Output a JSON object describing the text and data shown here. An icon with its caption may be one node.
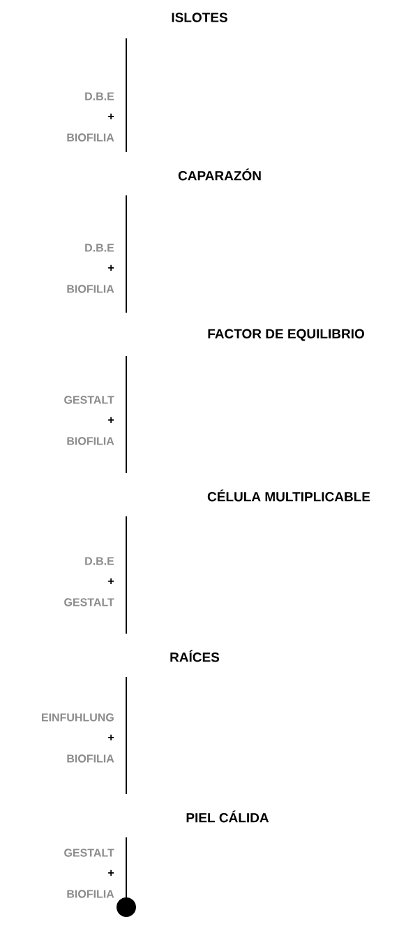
{
  "diagram": {
    "nodes": [
      {
        "text": [
          "ISLOTES"
        ]
      },
      {
        "text": [
          "CAPARAZÓN"
        ]
      },
      {
        "text": [
          "FACTOR DE EQUILIBRIO"
        ]
      },
      {
        "text": [
          "CÉLULA MULTIPLICABLE"
        ]
      },
      {
        "text": [
          "RAÍCES"
        ]
      },
      {
        "text": [
          "PIEL CÁLIDA"
        ]
      }
    ],
    "labels": [
      "D.B.E",
      "+",
      "BIOFILIA",
      "D.B.E",
      "+",
      "BIOFILIA",
      "GESTALT",
      "+",
      "BIOFILIA",
      "D.B.E",
      "+",
      "GESTALT",
      "EINFUHLUNG",
      "+",
      "BIOFILIA",
      "GESTALT",
      "+",
      "BIOFILIA"
    ]
  }
}
